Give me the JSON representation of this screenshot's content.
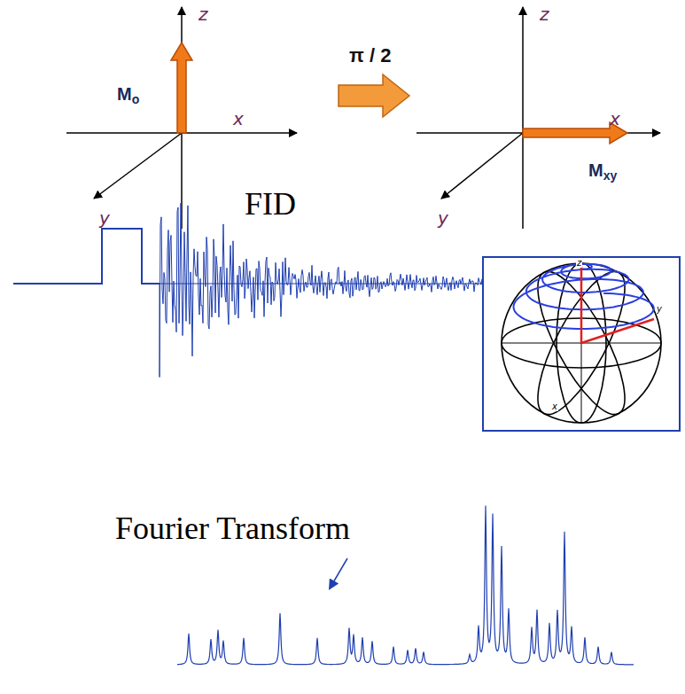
{
  "diagram": {
    "labels": [
      "z",
      "x",
      "y",
      "Mo",
      "π / 2",
      "z",
      "x",
      "y",
      "Mxy",
      "FID",
      "z",
      "y",
      "x",
      "Fourier Transform"
    ]
  }
}
